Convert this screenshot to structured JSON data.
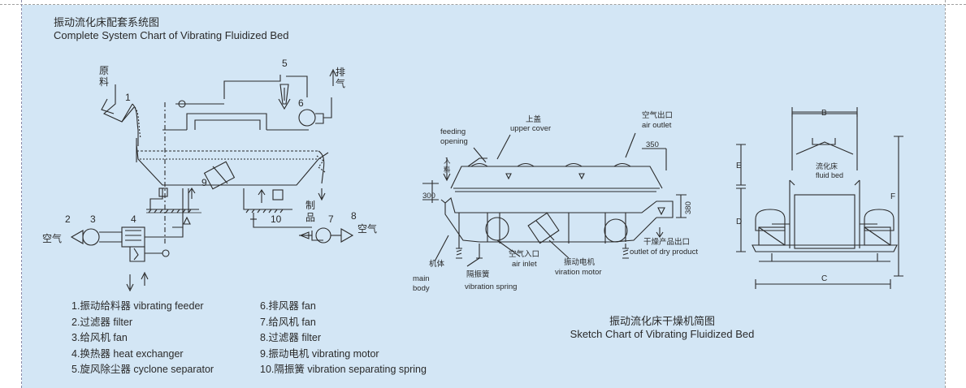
{
  "header": {
    "title_cn": "振动流化床配套系统图",
    "title_en": "Complete System Chart of Vibrating Fluidized Bed"
  },
  "system_labels": {
    "raw_material_1": "原",
    "raw_material_2": "料",
    "exhaust_1": "排",
    "exhaust_2": "气",
    "product_1": "制",
    "product_2": "品",
    "air_left": "空气",
    "air_right": "空气",
    "n1": "1",
    "n2": "2",
    "n3": "3",
    "n4": "4",
    "n5": "5",
    "n6": "6",
    "n7": "7",
    "n8": "8",
    "n9": "9",
    "n10": "10"
  },
  "legend_left": [
    "1.振动给料器  vibrating feeder",
    "2.过滤器  filter",
    "3.给风机  fan",
    "4.换热器  heat exchanger",
    "5.旋风除尘器  cyclone separator"
  ],
  "legend_right": [
    "6.排风器  fan",
    "7.给风机  fan",
    "8.过滤器  filter",
    "9.振动电机  vibrating motor",
    "10.隔振簧  vibration separating spring"
  ],
  "sketch": {
    "caption_cn": "振动流化床干燥机简图",
    "caption_en": "Sketch Chart of Vibrating Fluidized Bed",
    "feeding_1": "feeding",
    "feeding_2": "opening",
    "inlet_cn_1": "入",
    "inlet_cn_2": "料",
    "upper_cover_cn": "上盖",
    "upper_cover_en": "upper cover",
    "air_outlet_cn": "空气出口",
    "air_outlet_en": "air outlet",
    "dim_350_top": "350",
    "dim_300": "300",
    "dim_380": "380",
    "dry_outlet_cn": "干燥产品出口",
    "dry_outlet_en": "outlet of dry product",
    "main_body_cn": "机体",
    "main_body_en_1": "main",
    "main_body_en_2": "body",
    "spring_cn": "隔振簧",
    "spring_en": "vibration spring",
    "air_inlet_cn": "空气入口",
    "air_inlet_en": "air inlet",
    "motor_cn": "振动电机",
    "motor_en": "viration motor"
  },
  "end_view": {
    "dim_b": "B",
    "dim_e": "E",
    "dim_d": "D",
    "dim_f": "F",
    "dim_c": "C",
    "fluid_bed_cn": "流化床",
    "fluid_bed_en": "fluid bed"
  }
}
